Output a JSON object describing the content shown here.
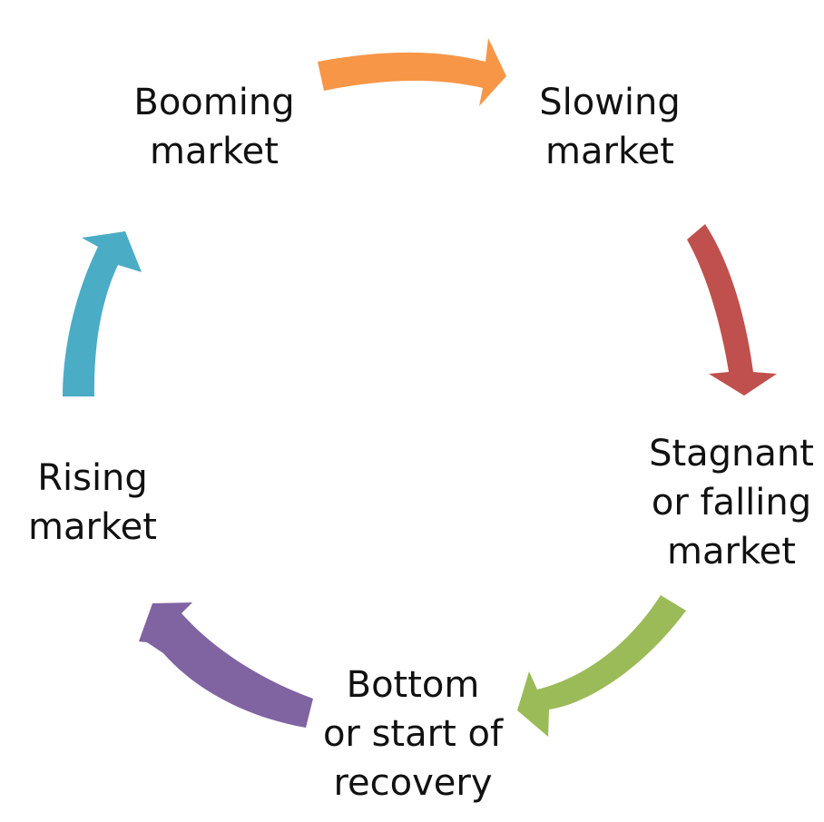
{
  "diagram": {
    "title": "Market cycle",
    "stages": [
      {
        "id": "booming",
        "lines": [
          "Booming",
          "market"
        ]
      },
      {
        "id": "slowing",
        "lines": [
          "Slowing",
          "market"
        ]
      },
      {
        "id": "stagnant",
        "lines": [
          "Stagnant",
          "or falling",
          "market"
        ]
      },
      {
        "id": "bottom",
        "lines": [
          "Bottom",
          "or start of",
          "recovery"
        ]
      },
      {
        "id": "rising",
        "lines": [
          "Rising",
          "market"
        ]
      }
    ],
    "arrows": [
      {
        "from": "booming",
        "to": "slowing",
        "color": "#f79646"
      },
      {
        "from": "slowing",
        "to": "stagnant",
        "color": "#c0504d"
      },
      {
        "from": "stagnant",
        "to": "bottom",
        "color": "#9bbb59"
      },
      {
        "from": "bottom",
        "to": "rising",
        "color": "#8064a2"
      },
      {
        "from": "rising",
        "to": "booming",
        "color": "#4bacc6"
      }
    ]
  }
}
